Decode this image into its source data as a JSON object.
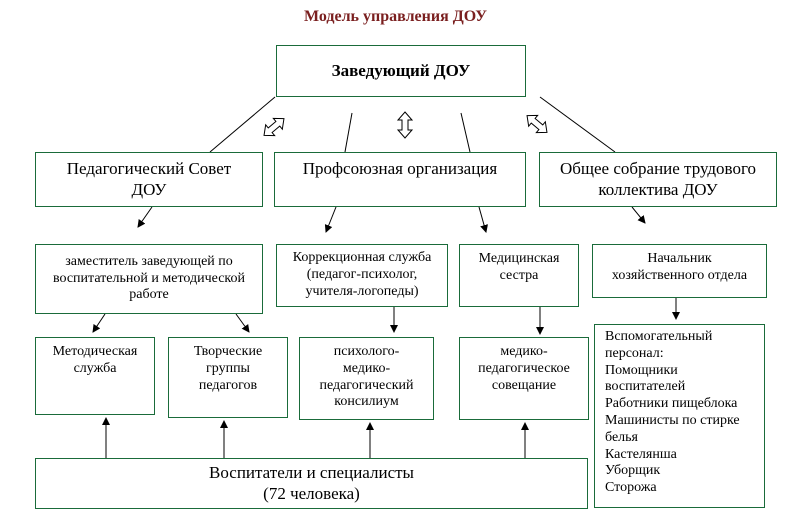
{
  "title": "Модель управления ДОУ",
  "head": {
    "lines": [
      "Заведующий ДОУ"
    ]
  },
  "level1": [
    {
      "lines": [
        "Педагогический Совет",
        "ДОУ"
      ]
    },
    {
      "lines": [
        "Профсоюзная организация"
      ]
    },
    {
      "lines": [
        "Общее собрание трудового",
        "коллектива ДОУ"
      ]
    }
  ],
  "level2": [
    {
      "lines": [
        "заместитель заведующей по",
        "воспитательной и методической",
        "работе"
      ]
    },
    {
      "lines": [
        "Коррекционная служба",
        "(педагог-психолог,",
        "учителя-логопеды)"
      ]
    },
    {
      "lines": [
        "Медицинская",
        "сестра"
      ]
    },
    {
      "lines": [
        "Начальник",
        "хозяйственного отдела"
      ]
    }
  ],
  "level3": [
    {
      "lines": [
        "Методическая",
        "служба"
      ]
    },
    {
      "lines": [
        "Творческие",
        "группы",
        "педагогов"
      ]
    },
    {
      "lines": [
        "психолого-",
        "медико-",
        "педагогический",
        "консилиум"
      ]
    },
    {
      "lines": [
        "медико-",
        "педагогическое",
        "совещание"
      ]
    }
  ],
  "support_staff": {
    "lines": [
      "Вспомогательный",
      "персонал:",
      "Помощники",
      "воспитателей",
      "Работники пищеблока",
      "Машинисты по стирке",
      "белья",
      "Кастелянша",
      "Уборщик",
      "Сторожа"
    ]
  },
  "staff": {
    "lines": [
      "Воспитатели и специалисты",
      "(72 человека)"
    ]
  },
  "colors": {
    "box_border": "#1a6b3a",
    "title": "#7a1f1f",
    "line": "#000000"
  }
}
